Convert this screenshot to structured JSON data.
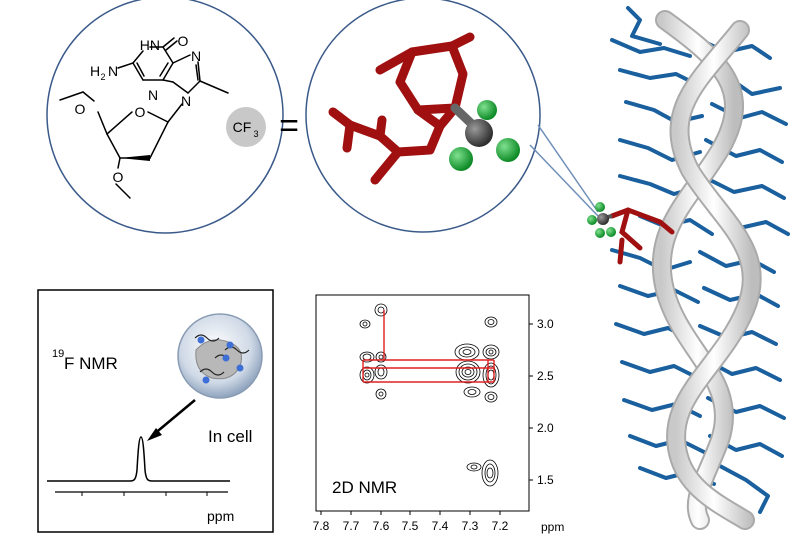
{
  "chemical_structure": {
    "amine": "H",
    "amine_sub": "2",
    "amine_n": "N",
    "hn": "HN",
    "carbonyl_o": "O",
    "n3": "N",
    "n7": "N",
    "n9": "N",
    "cf": "CF",
    "cf_sub": "3",
    "ring_o": "O",
    "o5": "O",
    "o3": "O"
  },
  "equals_sign": "=",
  "nmr_1d": {
    "superscript": "19",
    "label": "F  NMR",
    "in_cell": "In cell",
    "axis_unit": "ppm"
  },
  "nmr_2d": {
    "label": "2D  NMR",
    "x_ticks": [
      "7.8",
      "7.7",
      "7.6",
      "7.5",
      "7.4",
      "7.3",
      "7.2"
    ],
    "y_ticks": [
      "3.0",
      "2.5",
      "2.0",
      "1.5"
    ],
    "x_unit": "ppm"
  },
  "colors": {
    "modified_nucleotide": "#a01010",
    "fluorine": "#1fae3a",
    "carbon": "#505050",
    "dna_bases": "#1a5f9e",
    "backbone": "#e4e4e4",
    "crosspeak_lines": "#e02020",
    "circle_border": "#3a5a8a"
  }
}
